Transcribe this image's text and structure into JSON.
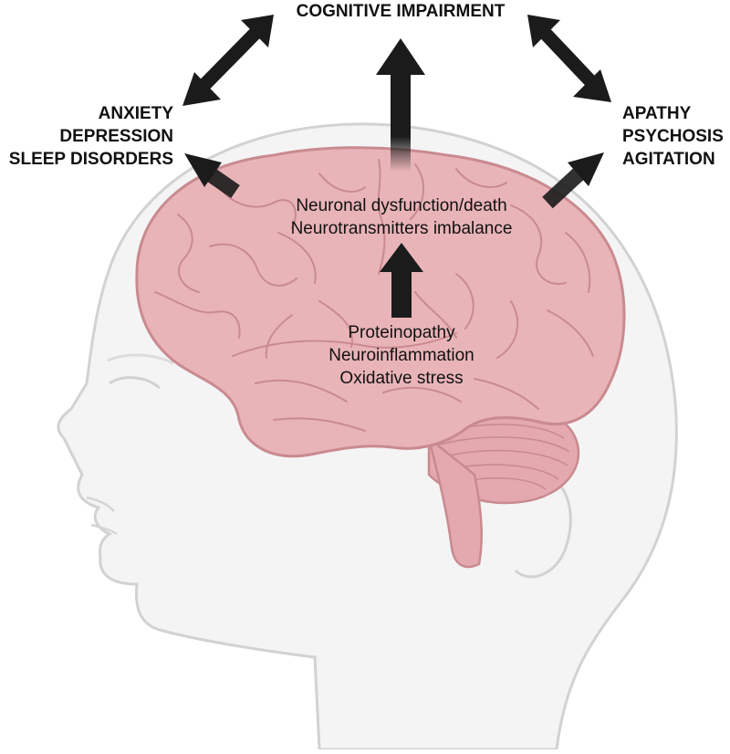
{
  "colors": {
    "arrow": "#1b1b1b",
    "brain_fill": "#e9b4b8",
    "brain_line": "#c98a90",
    "head_fill": "#f4f4f4",
    "head_line": "#d2d2d2",
    "text": "#111111"
  },
  "icons": [
    "head-silhouette",
    "brain",
    "double-arrow",
    "arrow"
  ],
  "top": {
    "label": "COGNITIVE IMPAIRMENT"
  },
  "left": {
    "lines": [
      "ANXIETY",
      "DEPRESSION",
      "SLEEP DISORDERS"
    ]
  },
  "right": {
    "lines": [
      "APATHY",
      "PSYCHOSIS",
      "AGITATION"
    ]
  },
  "middle": {
    "lines": [
      "Neuronal dysfunction/death",
      "Neurotransmitters imbalance"
    ]
  },
  "bottom": {
    "lines": [
      "Proteinopathy",
      "Neuroinflammation",
      "Oxidative stress"
    ]
  }
}
